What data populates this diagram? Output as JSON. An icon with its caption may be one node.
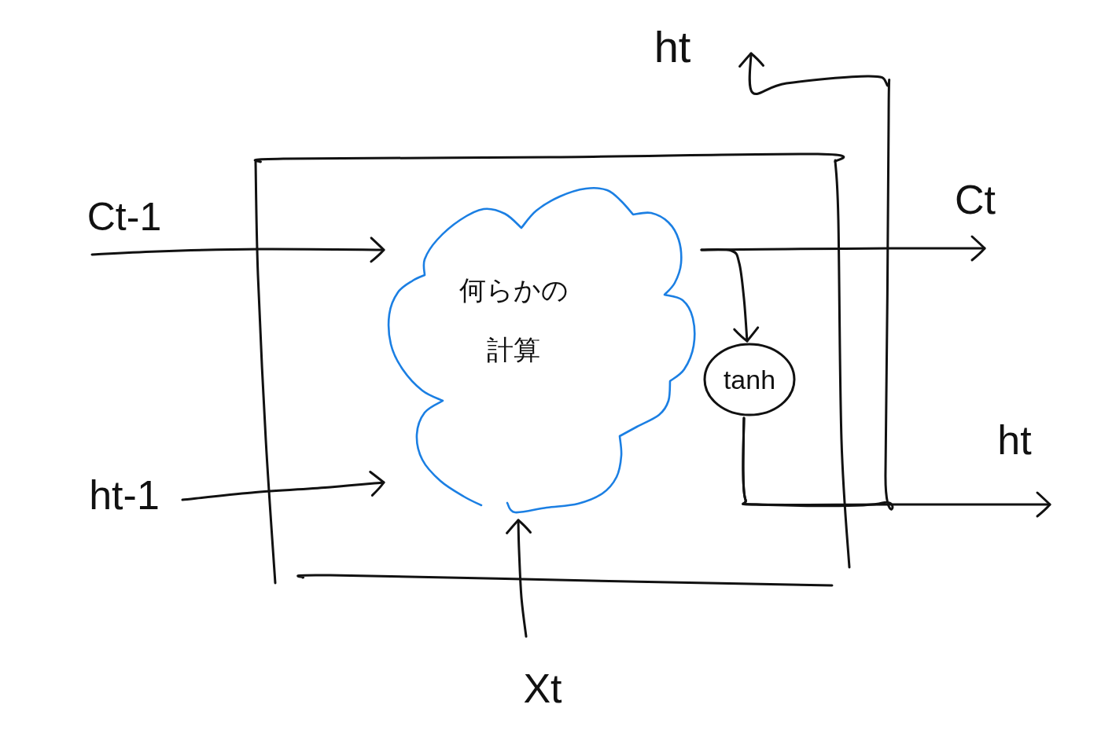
{
  "diagram": {
    "nodes": [
      {
        "text": [
          "ht"
        ]
      },
      {
        "text": [
          "Ct-1"
        ]
      },
      {
        "text": [],
        "shape": "box"
      },
      {
        "text": [
          "何らかの計算"
        ],
        "in": 2
      },
      {
        "text": [
          "Ct"
        ]
      },
      {
        "text": [
          "tanh"
        ],
        "in": 2
      },
      {
        "text": [
          "ht"
        ]
      },
      {
        "text": [
          "ht-1"
        ]
      },
      {
        "text": [
          "Xt"
        ]
      }
    ],
    "edges": [
      {
        "from": 1,
        "to": 3,
        "arrow": "to"
      },
      {
        "from": 7,
        "to": 3,
        "arrow": "to"
      },
      {
        "from": 8,
        "to": 3,
        "arrow": "to"
      },
      {
        "from": 3,
        "to": 4,
        "arrow": "to"
      },
      {
        "from": 3,
        "to": 5,
        "arrow": "to"
      },
      {
        "from": 5,
        "to": 6,
        "arrow": "to"
      },
      {
        "from": 5,
        "to": 0,
        "arrow": "to"
      }
    ]
  }
}
